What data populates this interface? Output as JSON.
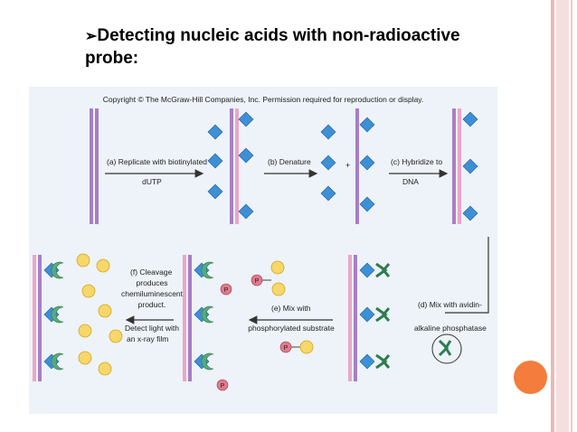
{
  "slide": {
    "bullet": "➢",
    "title": "Detecting nucleic acids with non-radioactive probe:"
  },
  "figure": {
    "copyright": "Copyright © The McGraw-Hill Companies, Inc. Permission required for reproduction or display.",
    "steps": {
      "a": [
        "(a) Replicate with biotinylated",
        "dUTP"
      ],
      "b": [
        "(b) Denature"
      ],
      "plus": "+",
      "c": [
        "(c) Hybridize to",
        "DNA"
      ],
      "d": [
        "(d) Mix with avidin-",
        "alkaline phosphatase"
      ],
      "e": [
        "(e) Mix with",
        "phosphorylated substrate"
      ],
      "f": [
        "(f) Cleavage",
        "produces",
        "chemiluminescent",
        "product."
      ],
      "detect": [
        "Detect light with",
        "an x-ray film"
      ]
    },
    "phosphate_label": "P"
  },
  "colors": {
    "strand_purple": "#a77fc4",
    "strand_pink": "#e9a6c8",
    "biotin": "#3d8fd6",
    "avidin": "#5aa97c",
    "enzyme": "#2e7d4f",
    "phosphate": "#e07a8c",
    "light": "#f5d76a",
    "accent_dot": "#f47c3c"
  }
}
